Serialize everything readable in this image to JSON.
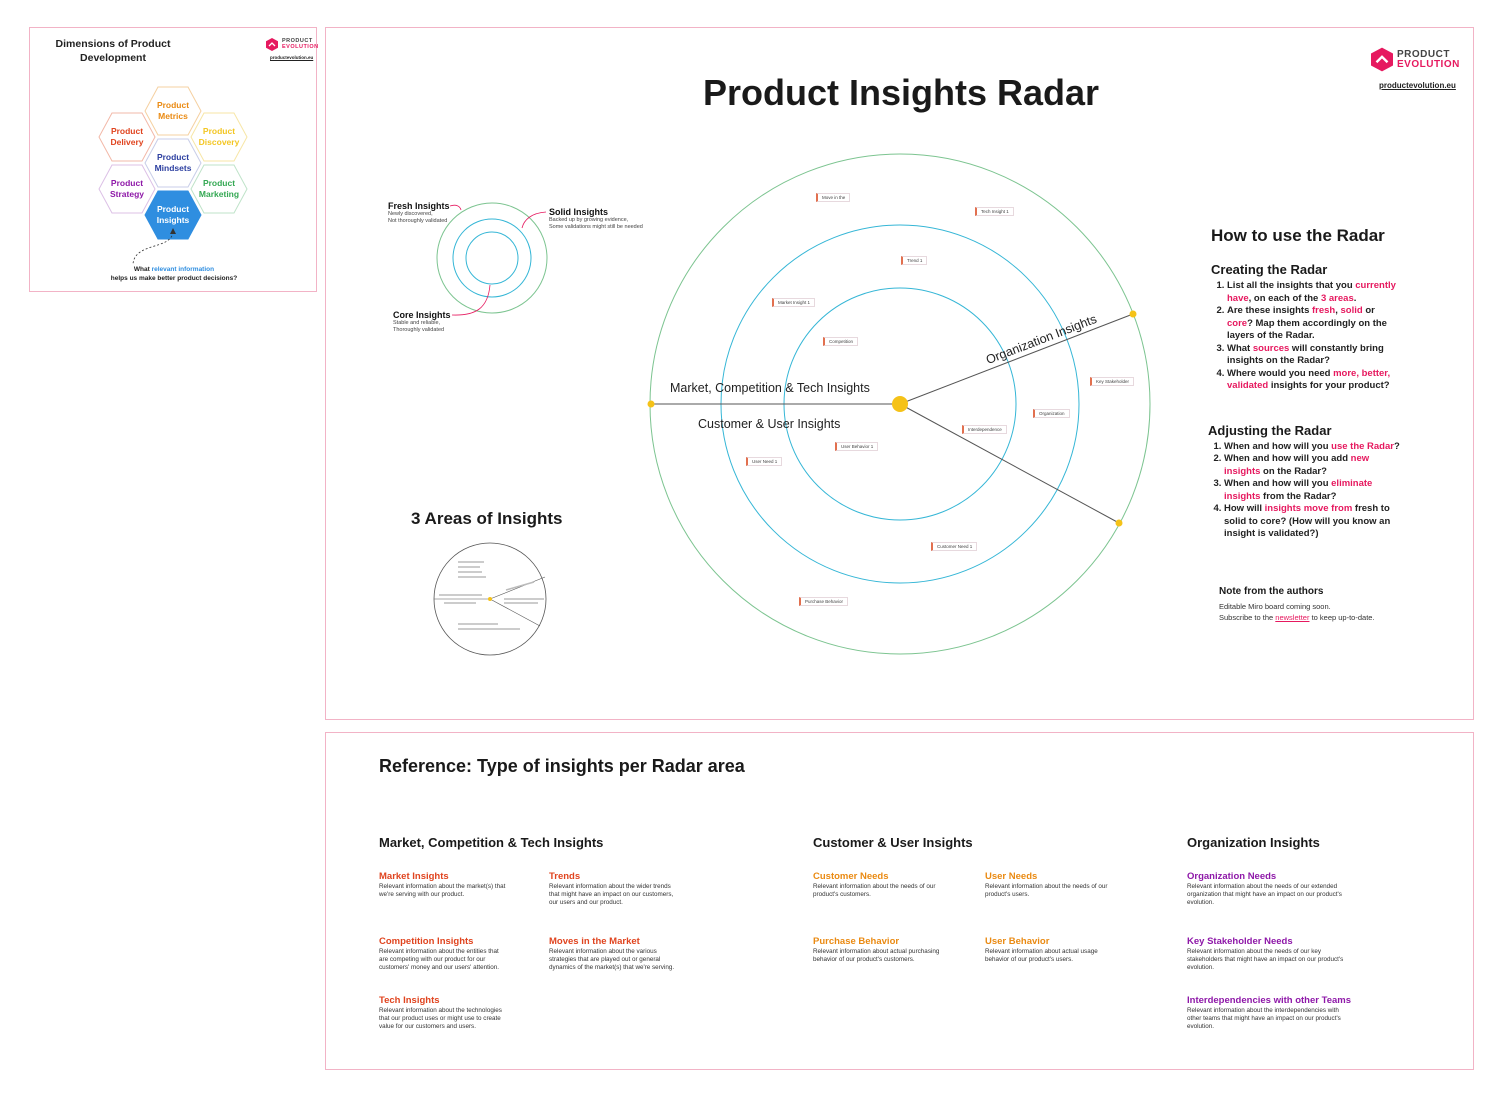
{
  "brand": {
    "line1": "PRODUCT",
    "line2": "EVOLUTION",
    "url": "productevolution.eu"
  },
  "dimensions": {
    "title_line1": "Dimensions of Product",
    "title_line2": "Development",
    "hexes": [
      {
        "line1": "Product",
        "line2": "Metrics",
        "color": "#ea8a12"
      },
      {
        "line1": "Product",
        "line2": "Delivery",
        "color": "#e0441f"
      },
      {
        "line1": "Product",
        "line2": "Discovery",
        "color": "#f3c623"
      },
      {
        "line1": "Product",
        "line2": "Mindsets",
        "color": "#2c3fa0"
      },
      {
        "line1": "Product",
        "line2": "Strategy",
        "color": "#8e18a8"
      },
      {
        "line1": "Product",
        "line2": "Marketing",
        "color": "#34a853"
      },
      {
        "line1": "Product",
        "line2": "Insights",
        "color": "#2f8ee0"
      }
    ],
    "question_pre": "What",
    "question_highlight": "relevant information",
    "question_line2": "helps us make better product decisions?"
  },
  "radar": {
    "title": "Product Insights Radar",
    "legend": {
      "fresh_title": "Fresh Insights",
      "fresh_line1": "Newly discovered,",
      "fresh_line2": "Not thoroughly validated",
      "solid_title": "Solid Insights",
      "solid_line1": "Backed up by growing evidence,",
      "solid_line2": "Some validations might still be needed",
      "core_title": "Core Insights",
      "core_line1": "Stable and reliable,",
      "core_line2": "Thoroughly validated"
    },
    "three_areas_title": "3 Areas of Insights",
    "area_labels": {
      "market": "Market, Competition & Tech Insights",
      "customer": "Customer & User Insights",
      "org": "Organization Insights"
    },
    "tags": {
      "moves": "Move in the",
      "tech": "Tech Insight 1",
      "trend": "Trend 1",
      "market": "Market Insight 1",
      "competition": "Competition",
      "stakeholder": "Key Stakeholder",
      "organization": "Organization",
      "interdependence": "Interdependence",
      "user_behavior": "User Behavior 1",
      "user_need": "User Need 1",
      "customer_need": "Customer Need 1",
      "purchase": "Purchase Behavior"
    }
  },
  "howto": {
    "title": "How to use the Radar",
    "creating_title": "Creating the Radar",
    "creating": [
      {
        "a": "List all the insights that you ",
        "b": "currently have",
        "c": ", on each of the ",
        "d": "3 areas",
        "e": "."
      },
      {
        "a": "Are these insights ",
        "b": "fresh",
        "c": ", ",
        "d": "solid",
        "e": " or ",
        "f": "core",
        "g": "? Map them accordingly on the layers of the Radar."
      },
      {
        "a": "What ",
        "b": "sources",
        "c": " will constantly bring insights on the Radar?"
      },
      {
        "a": "Where would you need ",
        "b": "more, better, validated",
        "c": " insights for your product?"
      }
    ],
    "adjusting_title": "Adjusting the Radar",
    "adjusting": [
      {
        "a": "When and how will you ",
        "b": "use the Radar",
        "c": "?"
      },
      {
        "a": "When and how will you add ",
        "b": "new insights",
        "c": " on the Radar?"
      },
      {
        "a": "When and how will you ",
        "b": "eliminate insights",
        "c": " from the Radar?"
      },
      {
        "a": "How will ",
        "b": "insights move from",
        "c": " fresh to solid to core? (How will you know an insight is validated?)"
      }
    ],
    "note_title": "Note from the authors",
    "note_line1": "Editable Miro board coming soon.",
    "note_pre": "Subscribe to the ",
    "note_link": "newsletter",
    "note_post": " to keep up-to-date."
  },
  "reference": {
    "title": "Reference: Type of insights per Radar area",
    "col1_title": "Market, Competition & Tech Insights",
    "col2_title": "Customer & User Insights",
    "col3_title": "Organization Insights",
    "items": {
      "market": {
        "t": "Market Insights",
        "d": "Relevant information about the market(s) that we're serving with our product."
      },
      "trends": {
        "t": "Trends",
        "d": "Relevant information about the wider trends that might have an impact on our customers, our users and our product."
      },
      "competition": {
        "t": "Competition Insights",
        "d": "Relevant information about the entities that are competing with our product for our customers' money and our users' attention."
      },
      "moves": {
        "t": "Moves in the Market",
        "d": "Relevant information about the various strategies that are played out or general dynamics of the market(s) that we're serving."
      },
      "tech": {
        "t": "Tech Insights",
        "d": "Relevant information about the technologies that our product uses or might use to create value for our customers and users."
      },
      "customer_needs": {
        "t": "Customer Needs",
        "d": "Relevant information about the needs of our product's customers."
      },
      "user_needs": {
        "t": "User Needs",
        "d": "Relevant information about the needs of our product's users."
      },
      "purchase": {
        "t": "Purchase Behavior",
        "d": "Relevant information about actual purchasing behavior of our product's customers."
      },
      "user_behavior": {
        "t": "User Behavior",
        "d": "Relevant information about actual usage behavior of our product's users."
      },
      "org_needs": {
        "t": "Organization Needs",
        "d": "Relevant information about the needs of our extended organization that might have an impact on our product's evolution."
      },
      "stakeholder": {
        "t": "Key Stakeholder Needs",
        "d": "Relevant information about the needs of our key stakeholders that might have an impact on our product's evolution."
      },
      "interdep": {
        "t": "Interdependencies with other Teams",
        "d": "Relevant information about the interdependencies with other teams that might have an impact on our product's evolution."
      }
    }
  },
  "colors": {
    "frame_border": "#f2b3c6",
    "accent_pink": "#e6195f",
    "ring_green": "#7cc490",
    "ring_blue": "#35b6d6",
    "yellow_dot": "#f5c218"
  }
}
